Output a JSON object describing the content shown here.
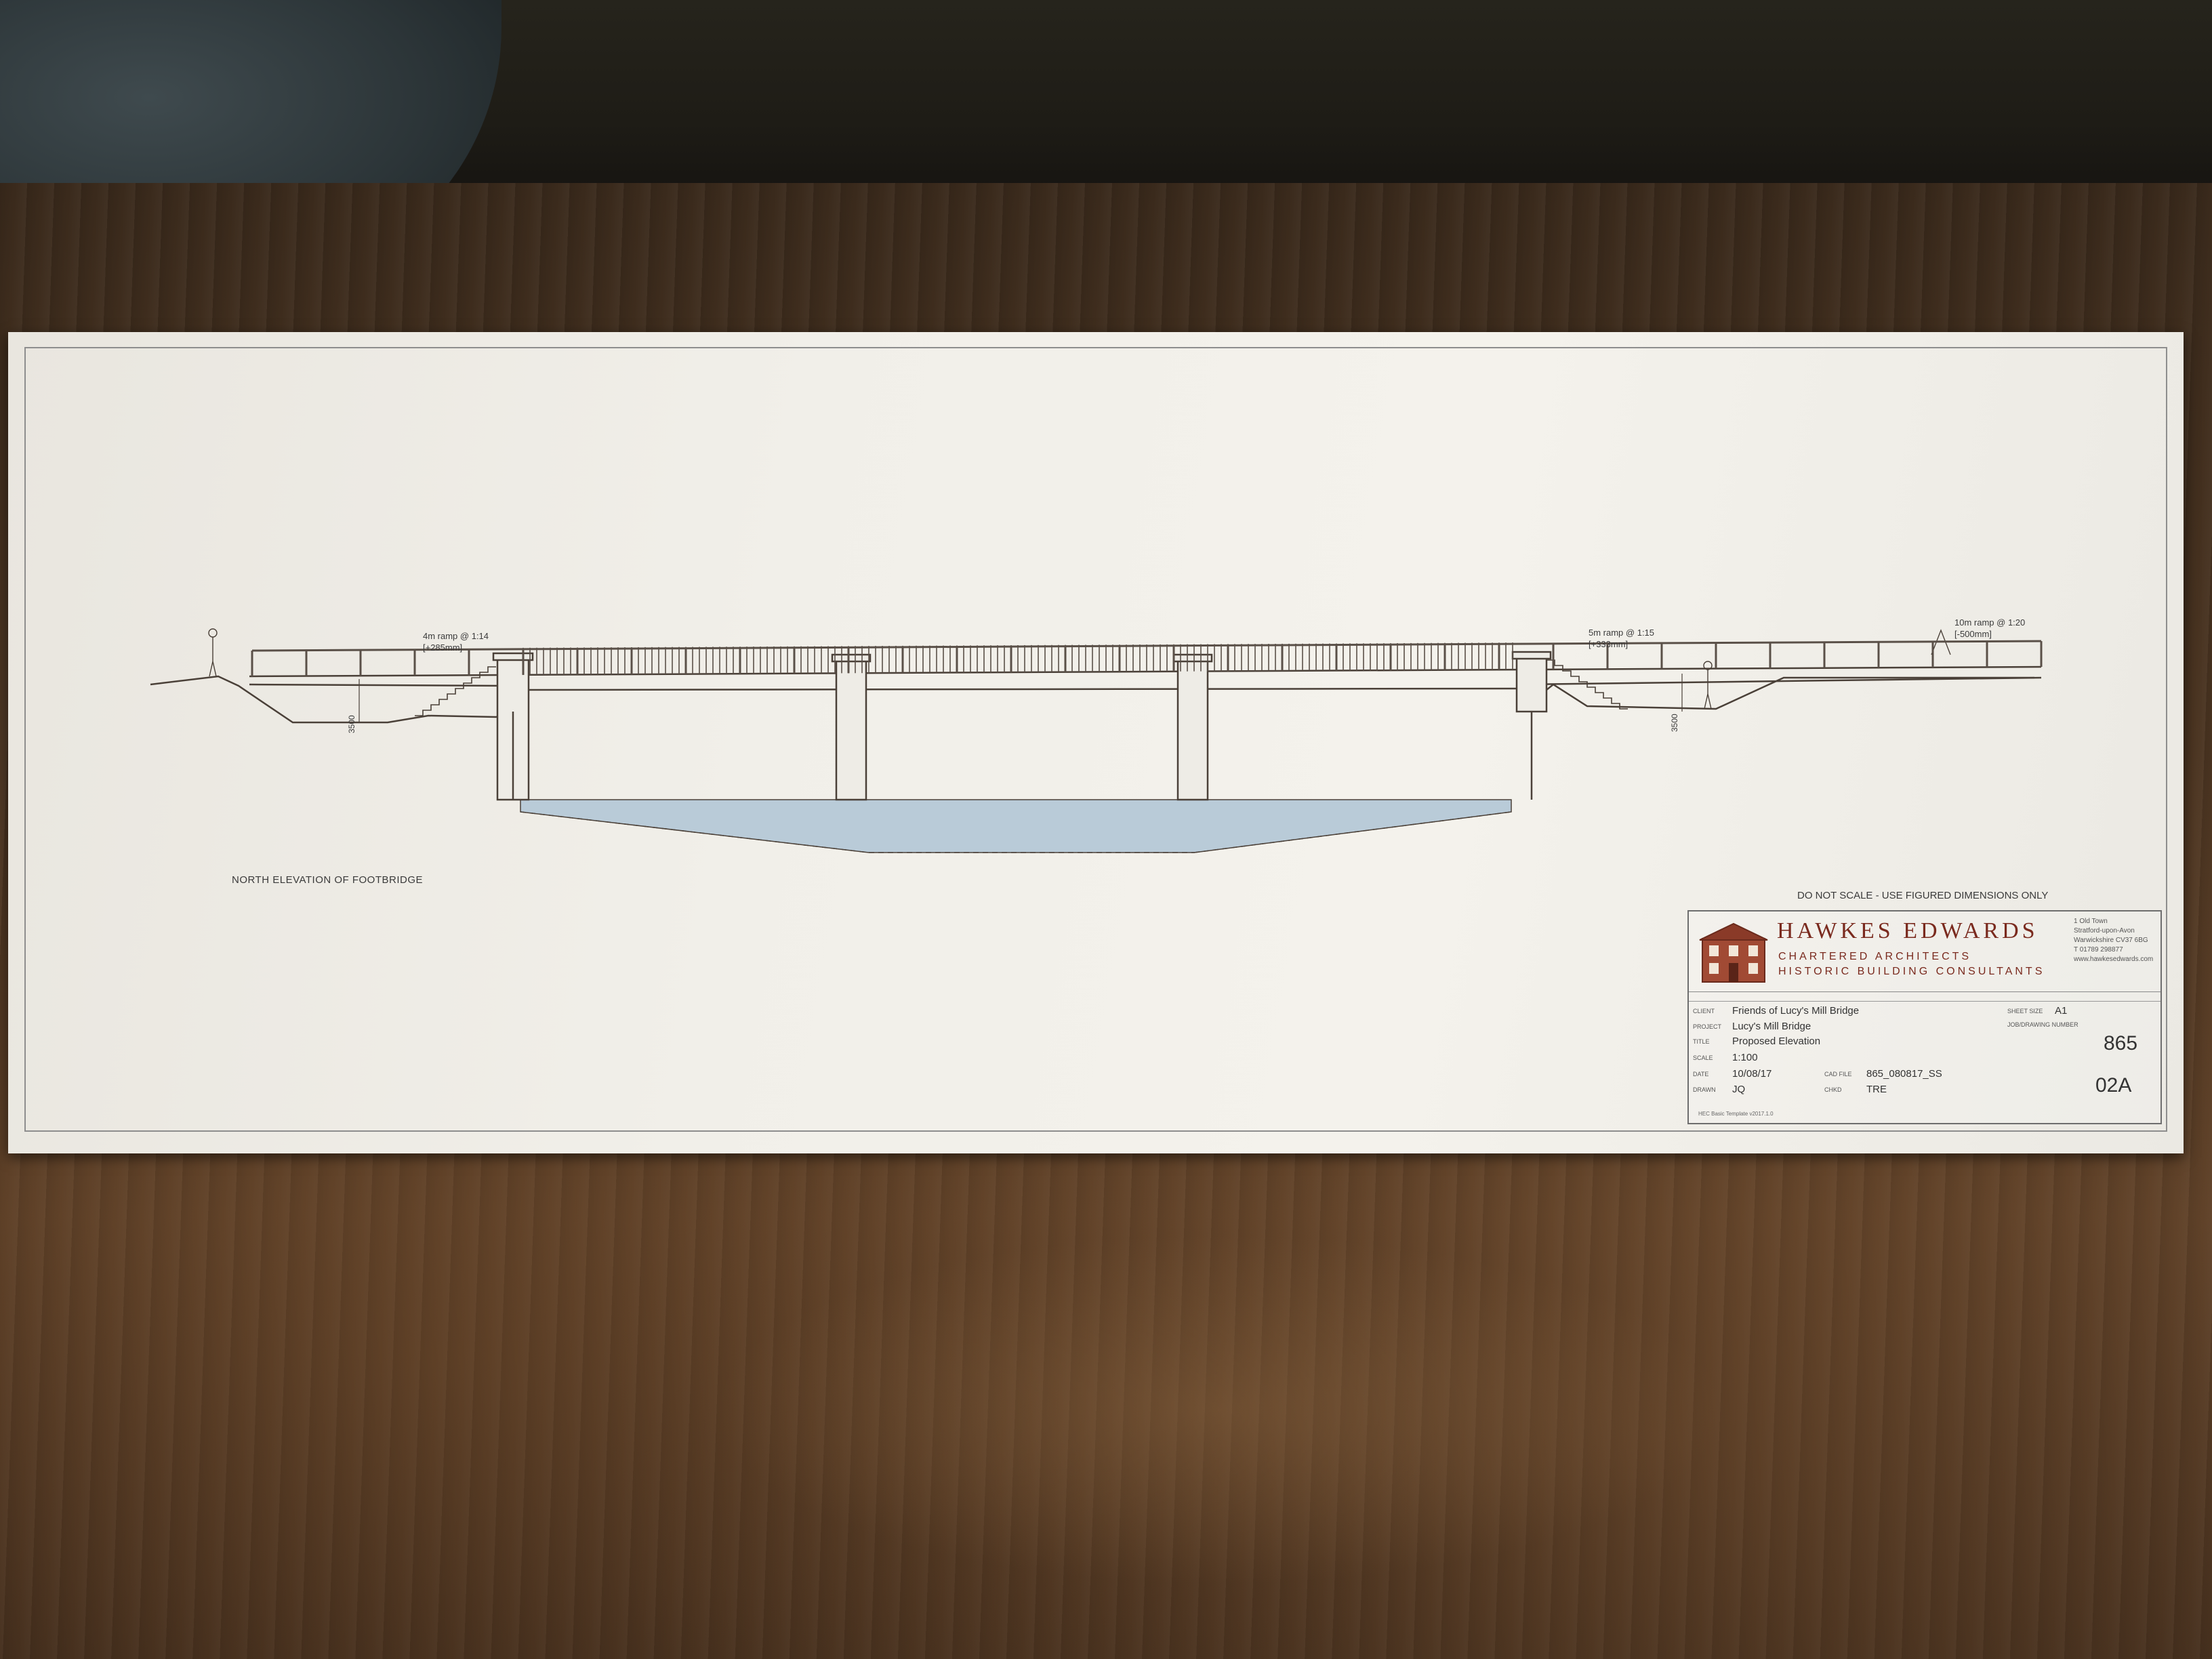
{
  "photo": {
    "objects": [
      "cushion",
      "wooden-table",
      "drawing-sheet"
    ]
  },
  "drawing": {
    "elevation_label": "NORTH ELEVATION OF FOOTBRIDGE",
    "ramp_left": {
      "line1": "4m ramp @ 1:14",
      "line2": "[+285mm]"
    },
    "ramp_right": {
      "line1": "5m ramp @ 1:15",
      "line2": "[+333mm]"
    },
    "ramp_far": {
      "line1": "10m ramp @ 1:20",
      "line2": "[-500mm]"
    },
    "dim_left": "3500",
    "dim_right": "3500",
    "note": "DO NOT SCALE - USE FIGURED DIMENSIONS ONLY",
    "water_color": "#b9cbd8",
    "line_color": "#4a4038"
  },
  "titleblock": {
    "firm": "HAWKES EDWARDS",
    "tagline1": "CHARTERED ARCHITECTS",
    "tagline2": "HISTORIC BUILDING CONSULTANTS",
    "brand_color": "#7a2a1e",
    "address": {
      "l1": "1 Old Town",
      "l2": "Stratford-upon-Avon",
      "l3": "Warwickshire  CV37 6BG",
      "l4": "T   01789 298877",
      "l5": "www.hawkesedwards.com"
    },
    "client_key": "CLIENT",
    "client": "Friends of Lucy's Mill Bridge",
    "project_key": "PROJECT",
    "project": "Lucy's Mill Bridge",
    "title_key": "TITLE",
    "title": "Proposed Elevation",
    "scale_key": "SCALE",
    "scale": "1:100",
    "date_key": "DATE",
    "date": "10/08/17",
    "cad_key": "CAD FILE",
    "cad": "865_080817_SS",
    "drawn_key": "DRAWN",
    "drawn": "JQ",
    "chkd_key": "CHKD",
    "chkd": "TRE",
    "sheet_size_key": "SHEET SIZE",
    "sheet_size": "A1",
    "job_key": "JOB/DRAWING NUMBER",
    "job": "865",
    "drawing_no": "02A",
    "template": "HEC Basic Template v2017.1.0"
  }
}
